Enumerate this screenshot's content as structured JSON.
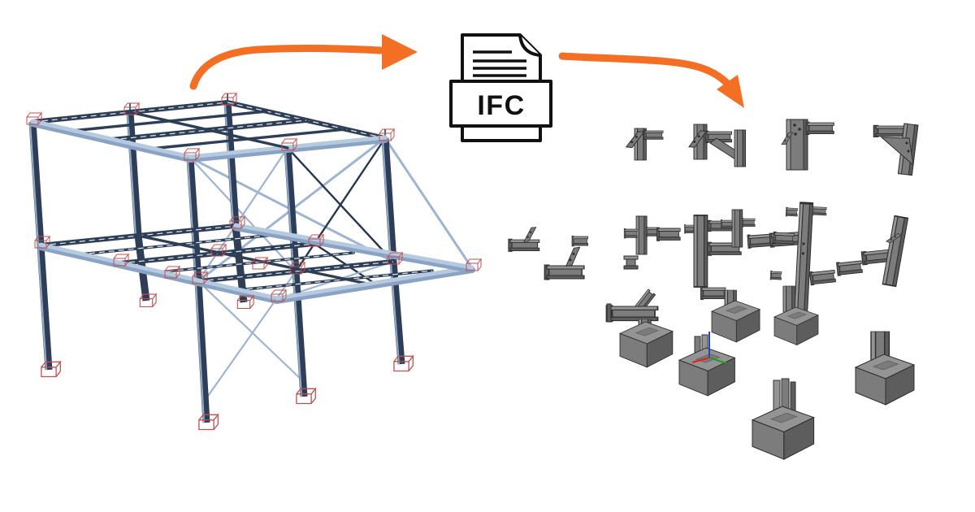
{
  "ifc_icon": {
    "label": "IFC",
    "name": "ifc-file-document-icon",
    "text_lines": 4
  },
  "icons": {
    "document": "ifc-document-icon",
    "arrow_left": "arrow-model-to-ifc",
    "arrow_right": "arrow-ifc-to-connections"
  },
  "scene": {
    "left": "3d-steel-frame-structural-model",
    "center": "ifc-file-export",
    "right": "exploded-steel-connection-details",
    "connection_piece_count": 18,
    "foundation_block_count": 6,
    "joint_markers": "red-wireframe-boxes",
    "axis_marker": "xyz-origin-triad"
  },
  "colors": {
    "bg": "#ffffff",
    "ink": "#111111",
    "accent": "#f36f24",
    "steel-dark": "#2e3e56",
    "steel-light": "#a9bfd9",
    "joint-red": "#c14f4e",
    "gray-face": "#7c7c7c",
    "gray-light": "#949494",
    "gray-dark": "#5d5d5d",
    "gray-outline": "#2f2f2f",
    "axis-x": "#dd2222",
    "axis-y": "#1d9e1d",
    "axis-z": "#2742dd"
  }
}
